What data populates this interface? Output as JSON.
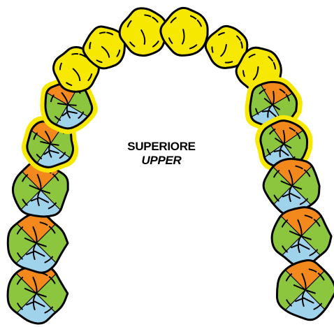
{
  "diagram": {
    "title": "SUPERIORE",
    "subtitle": "UPPER",
    "colors": {
      "incisor": "#f6e800",
      "highlight": "#f6e800",
      "mesial": "#f3891d",
      "buccal": "#8cc63f",
      "palatal": "#9fd3ec",
      "outline": "#000000"
    },
    "teeth": [
      {
        "id": "right-third-molar",
        "type": "molar",
        "highlighted": false
      },
      {
        "id": "right-second-molar",
        "type": "molar",
        "highlighted": false
      },
      {
        "id": "right-first-molar",
        "type": "molar",
        "highlighted": false
      },
      {
        "id": "right-second-premolar",
        "type": "premolar",
        "highlighted": true
      },
      {
        "id": "right-first-premolar",
        "type": "premolar",
        "highlighted": true
      },
      {
        "id": "right-canine",
        "type": "anterior",
        "highlighted": false
      },
      {
        "id": "right-lateral-incisor",
        "type": "anterior",
        "highlighted": false
      },
      {
        "id": "right-central-incisor",
        "type": "anterior",
        "highlighted": false
      },
      {
        "id": "left-central-incisor",
        "type": "anterior",
        "highlighted": false
      },
      {
        "id": "left-lateral-incisor",
        "type": "anterior",
        "highlighted": false
      },
      {
        "id": "left-canine",
        "type": "anterior",
        "highlighted": false
      },
      {
        "id": "left-first-premolar",
        "type": "premolar",
        "highlighted": true
      },
      {
        "id": "left-second-premolar",
        "type": "premolar",
        "highlighted": true
      },
      {
        "id": "left-first-molar",
        "type": "molar",
        "highlighted": false
      },
      {
        "id": "left-second-molar",
        "type": "molar",
        "highlighted": false
      },
      {
        "id": "left-third-molar",
        "type": "molar",
        "highlighted": false
      }
    ]
  }
}
